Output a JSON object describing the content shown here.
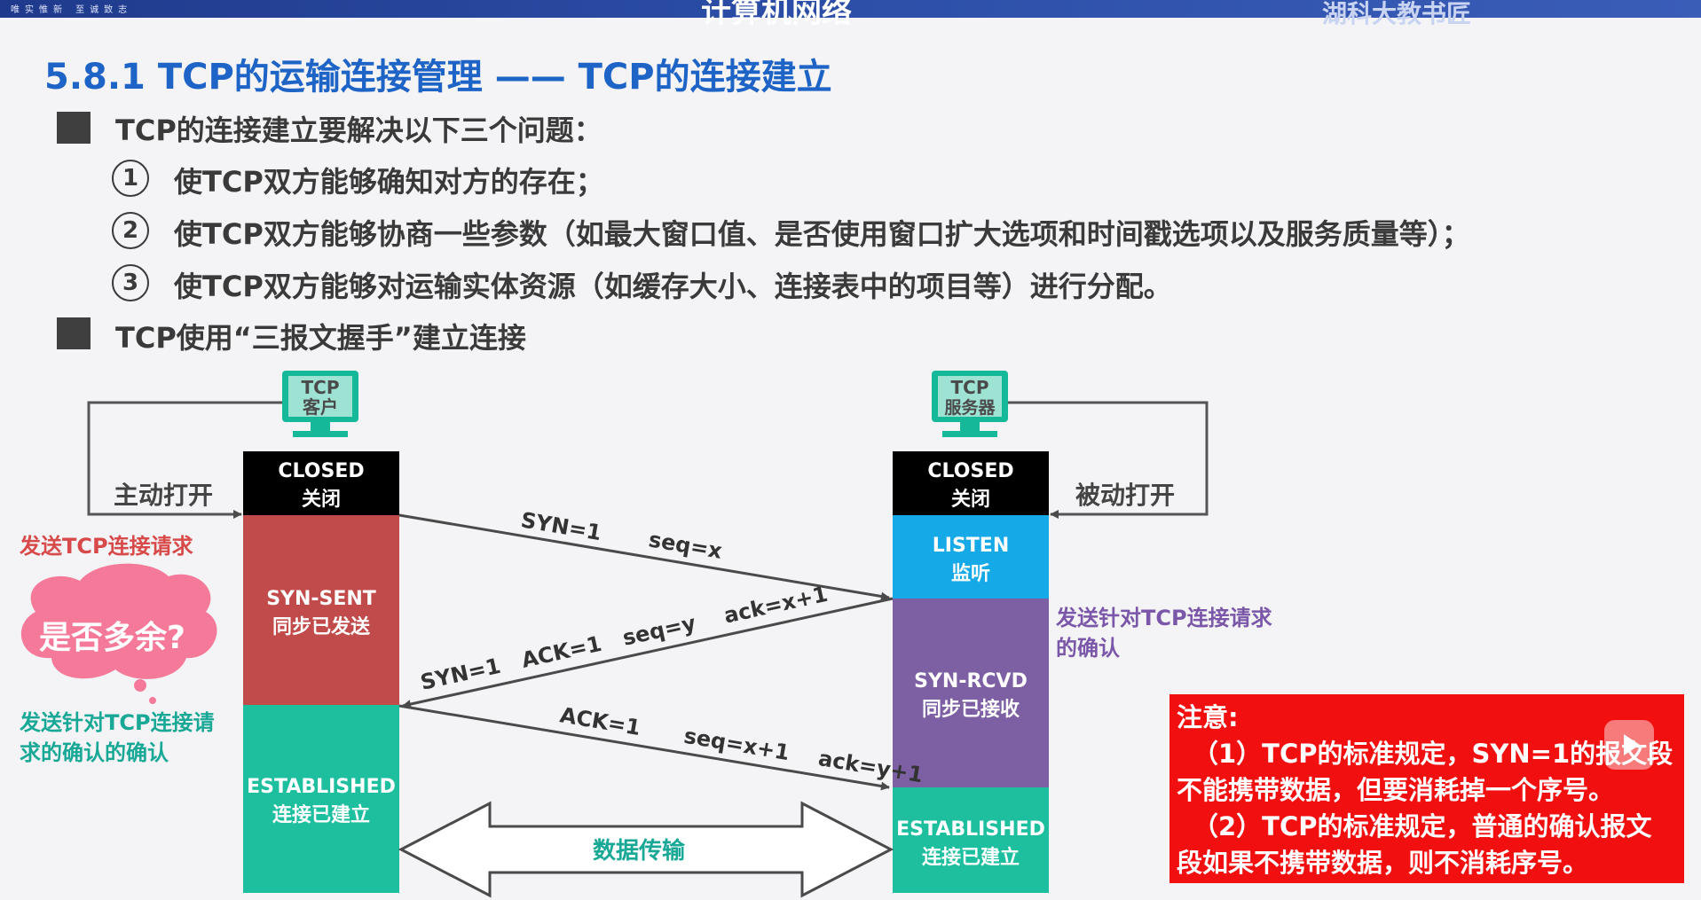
{
  "header": {
    "motto": "唯实惟新  至诚致志",
    "center_title": "计算机网络",
    "brand": "湖科大教书匠"
  },
  "title": "5.8.1 TCP的运输连接管理 —— TCP的连接建立",
  "bullets": [
    "TCP的连接建立要解决以下三个问题：",
    "TCP使用“三报文握手”建立连接"
  ],
  "problems": [
    {
      "num": "1",
      "text": "使TCP双方能够确知对方的存在；"
    },
    {
      "num": "2",
      "text": "使TCP双方能够协商一些参数（如最大窗口值、是否使用窗口扩大选项和时间戳选项以及服务质量等）；"
    },
    {
      "num": "3",
      "text": "使TCP双方能够对运输实体资源（如缓存大小、连接表中的项目等）进行分配。"
    }
  ],
  "client": {
    "monitor_line1": "TCP",
    "monitor_line2": "客户",
    "open_label": "主动打开",
    "states": [
      {
        "name": "CLOSED",
        "cn": "关闭",
        "color": "#000000"
      },
      {
        "name": "SYN-SENT",
        "cn": "同步已发送",
        "color": "#c14b4b"
      },
      {
        "name": "ESTABLISHED",
        "cn": "连接已建立",
        "color": "#1dbf9f"
      }
    ]
  },
  "server": {
    "monitor_line1": "TCP",
    "monitor_line2": "服务器",
    "open_label": "被动打开",
    "states": [
      {
        "name": "CLOSED",
        "cn": "关闭",
        "color": "#000000"
      },
      {
        "name": "LISTEN",
        "cn": "监听",
        "color": "#16a9e8"
      },
      {
        "name": "SYN-RCVD",
        "cn": "同步已接收",
        "color": "#7d5fa3"
      },
      {
        "name": "ESTABLISHED",
        "cn": "连接已建立",
        "color": "#1dbf9f"
      }
    ]
  },
  "messages": {
    "m1_a": "SYN=1",
    "m1_b": "seq=x",
    "m2": "SYN=1   ACK=1   seq=y    ack=x+1",
    "m3": "ACK=1      seq=x+1    ack=y+1",
    "data": "数据传输"
  },
  "annotations": {
    "send_request": "发送TCP连接请求",
    "bubble": "是否多余?",
    "ack_of_ack_line1": "发送针对TCP连接请",
    "ack_of_ack_line2": "求的确认的确认",
    "server_ack_line1": "发送针对TCP连接请求",
    "server_ack_line2": "的确认"
  },
  "note": {
    "heading": "注意:",
    "line1": "（1）TCP的标准规定，SYN=1的报文段",
    "line2": "不能携带数据，但要消耗掉一个序号。",
    "line3": "（2）TCP的标准规定，普通的确认报文",
    "line4": "段如果不携带数据，则不消耗序号。"
  }
}
